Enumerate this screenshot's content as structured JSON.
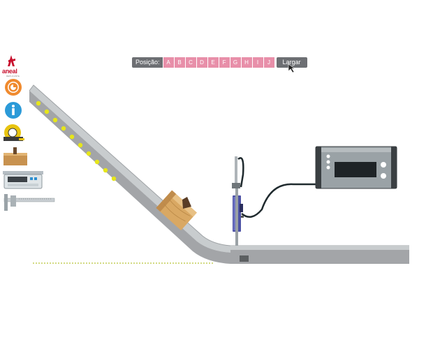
{
  "toolbar": {
    "position_label": "Posição:",
    "positions": [
      "A",
      "B",
      "C",
      "D",
      "E",
      "F",
      "G",
      "H",
      "I",
      "J"
    ],
    "drop_label": "Largar"
  },
  "sidebar": {
    "logo_text": "aneal",
    "logo_sub": "REPLICANTE",
    "items": [
      {
        "name": "reset",
        "icon": "reset-icon"
      },
      {
        "name": "info",
        "icon": "info-icon"
      },
      {
        "name": "tape-measure",
        "icon": "tape-measure-icon"
      },
      {
        "name": "wooden-block",
        "icon": "wooden-block-icon"
      },
      {
        "name": "scale",
        "icon": "scale-icon"
      },
      {
        "name": "caliper",
        "icon": "caliper-icon"
      }
    ]
  },
  "colors": {
    "position_button": "#e88fa9",
    "toolbar_gray": "#6d6f73",
    "track_gray": "#a3a5a8",
    "marker_yellow": "#e6e619",
    "block_wood": "#d9a863",
    "logo_red": "#c8102e"
  }
}
